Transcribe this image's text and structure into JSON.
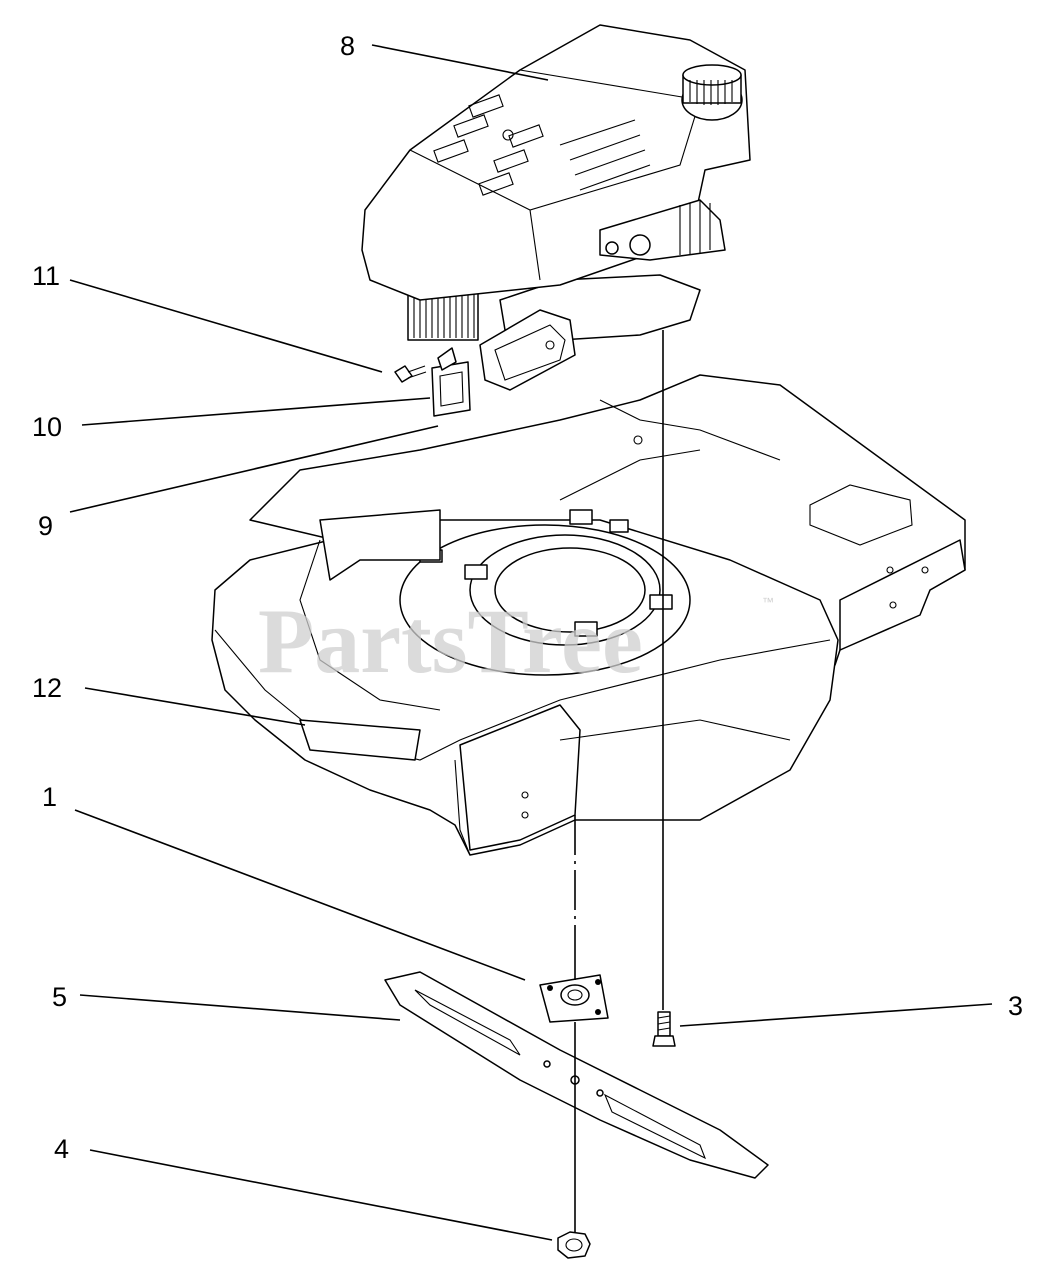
{
  "watermark": {
    "text": "PartsTree",
    "mark": "™"
  },
  "callouts": [
    {
      "id": "8",
      "label": "8"
    },
    {
      "id": "11",
      "label": "11"
    },
    {
      "id": "10",
      "label": "10"
    },
    {
      "id": "9",
      "label": "9"
    },
    {
      "id": "12",
      "label": "12"
    },
    {
      "id": "1",
      "label": "1"
    },
    {
      "id": "5",
      "label": "5"
    },
    {
      "id": "3",
      "label": "3"
    },
    {
      "id": "4",
      "label": "4"
    }
  ],
  "parts": [
    {
      "id": "8",
      "icon": "engine-icon"
    },
    {
      "id": "11",
      "icon": "screw-icon"
    },
    {
      "id": "10",
      "icon": "decal-icon"
    },
    {
      "id": "9",
      "icon": "bracket-icon"
    },
    {
      "id": "12",
      "icon": "deck-decal-icon"
    },
    {
      "id": "1",
      "icon": "blade-adapter-icon"
    },
    {
      "id": "5",
      "icon": "blade-icon"
    },
    {
      "id": "3",
      "icon": "bolt-icon"
    },
    {
      "id": "4",
      "icon": "nut-icon"
    },
    {
      "id": "deck",
      "icon": "mower-deck-icon"
    }
  ]
}
